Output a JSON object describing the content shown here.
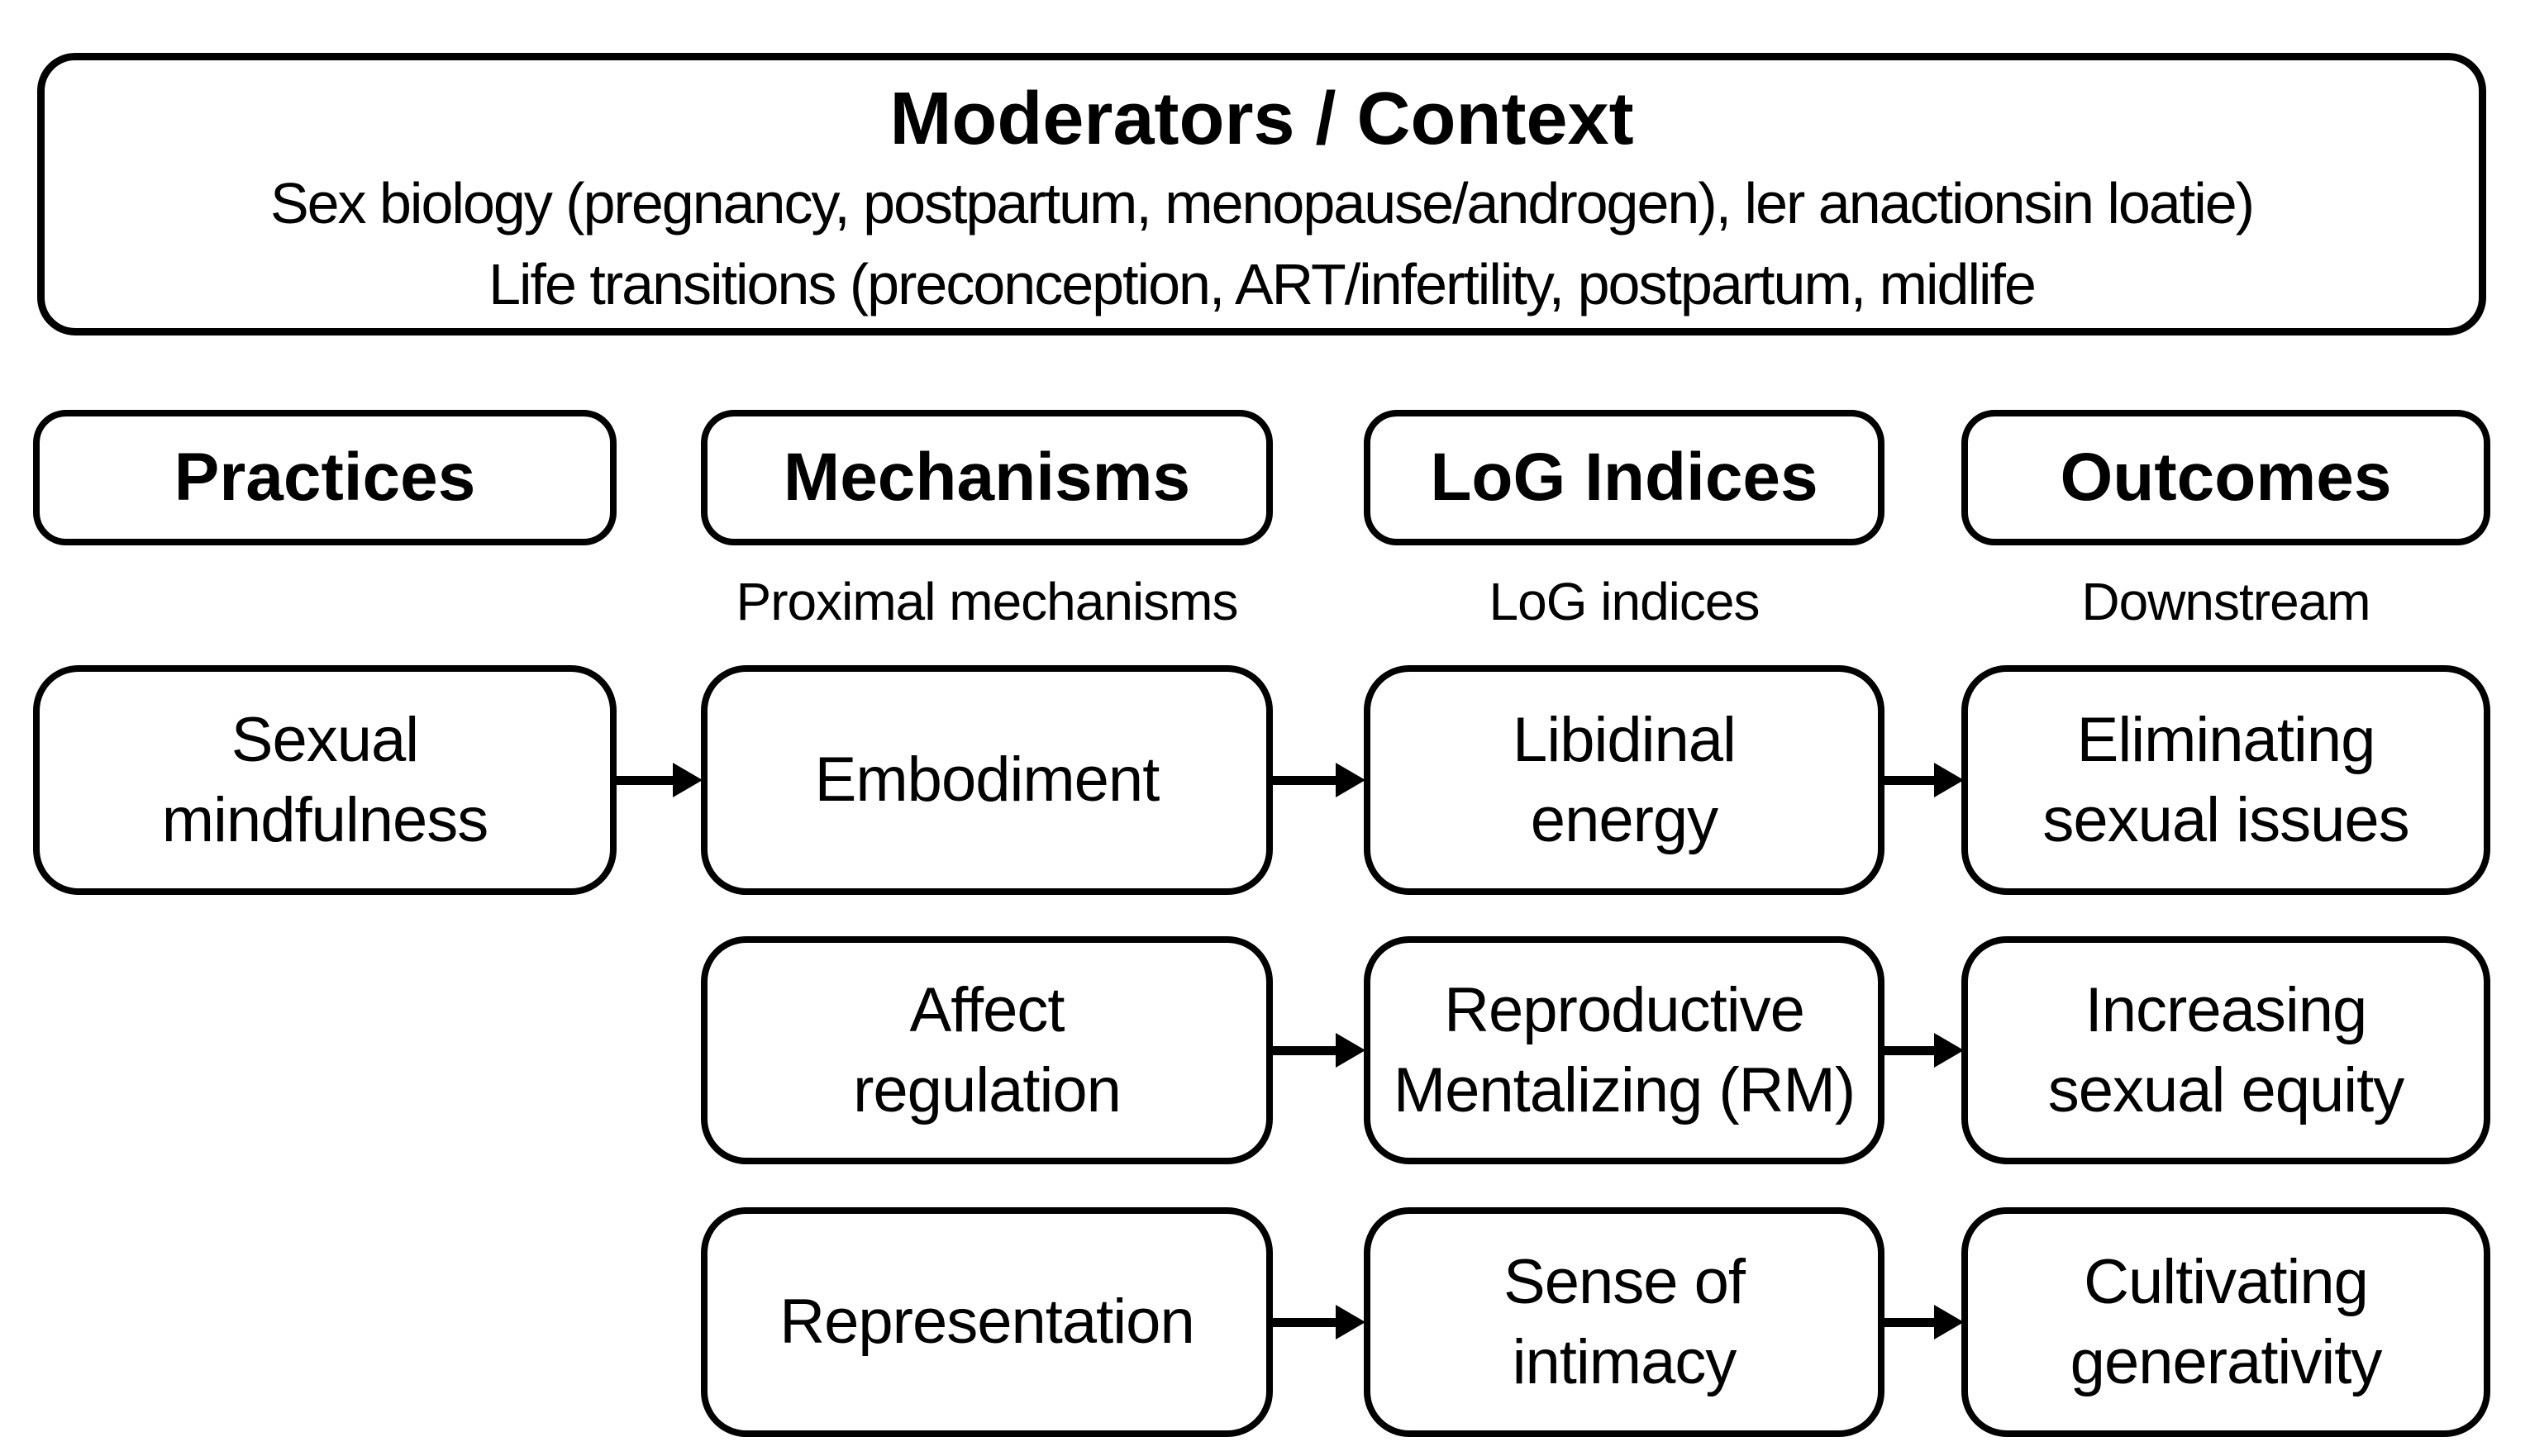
{
  "colors": {
    "ink": "#000000",
    "paper": "#ffffff"
  },
  "moderators": {
    "title": "Moderators / Context",
    "lines": [
      "Sex biology (pregnancy, postpartum, menopause/androgen), ler anactionsin loatie)",
      "Life transitions (preconception, ART/infertility, postpartum, midlife"
    ]
  },
  "columns": [
    {
      "header": "Practices",
      "sublabel": "",
      "boxes": [
        "Sexual\nmindfulness"
      ]
    },
    {
      "header": "Mechanisms",
      "sublabel": "Proximal mechanisms",
      "boxes": [
        "Embodiment",
        "Affect\nregulation",
        "Representation"
      ]
    },
    {
      "header": "LoG Indices",
      "sublabel": "LoG indices",
      "boxes": [
        "Libidinal\nenergy",
        "Reproductive\nMentalizing (RM)",
        "Sense of\nintimacy"
      ]
    },
    {
      "header": "Outcomes",
      "sublabel": "Downstream",
      "boxes": [
        "Eliminating\nsexual issues",
        "Increasing\nsexual equity",
        "Cultivating\ngenerativity"
      ]
    }
  ]
}
